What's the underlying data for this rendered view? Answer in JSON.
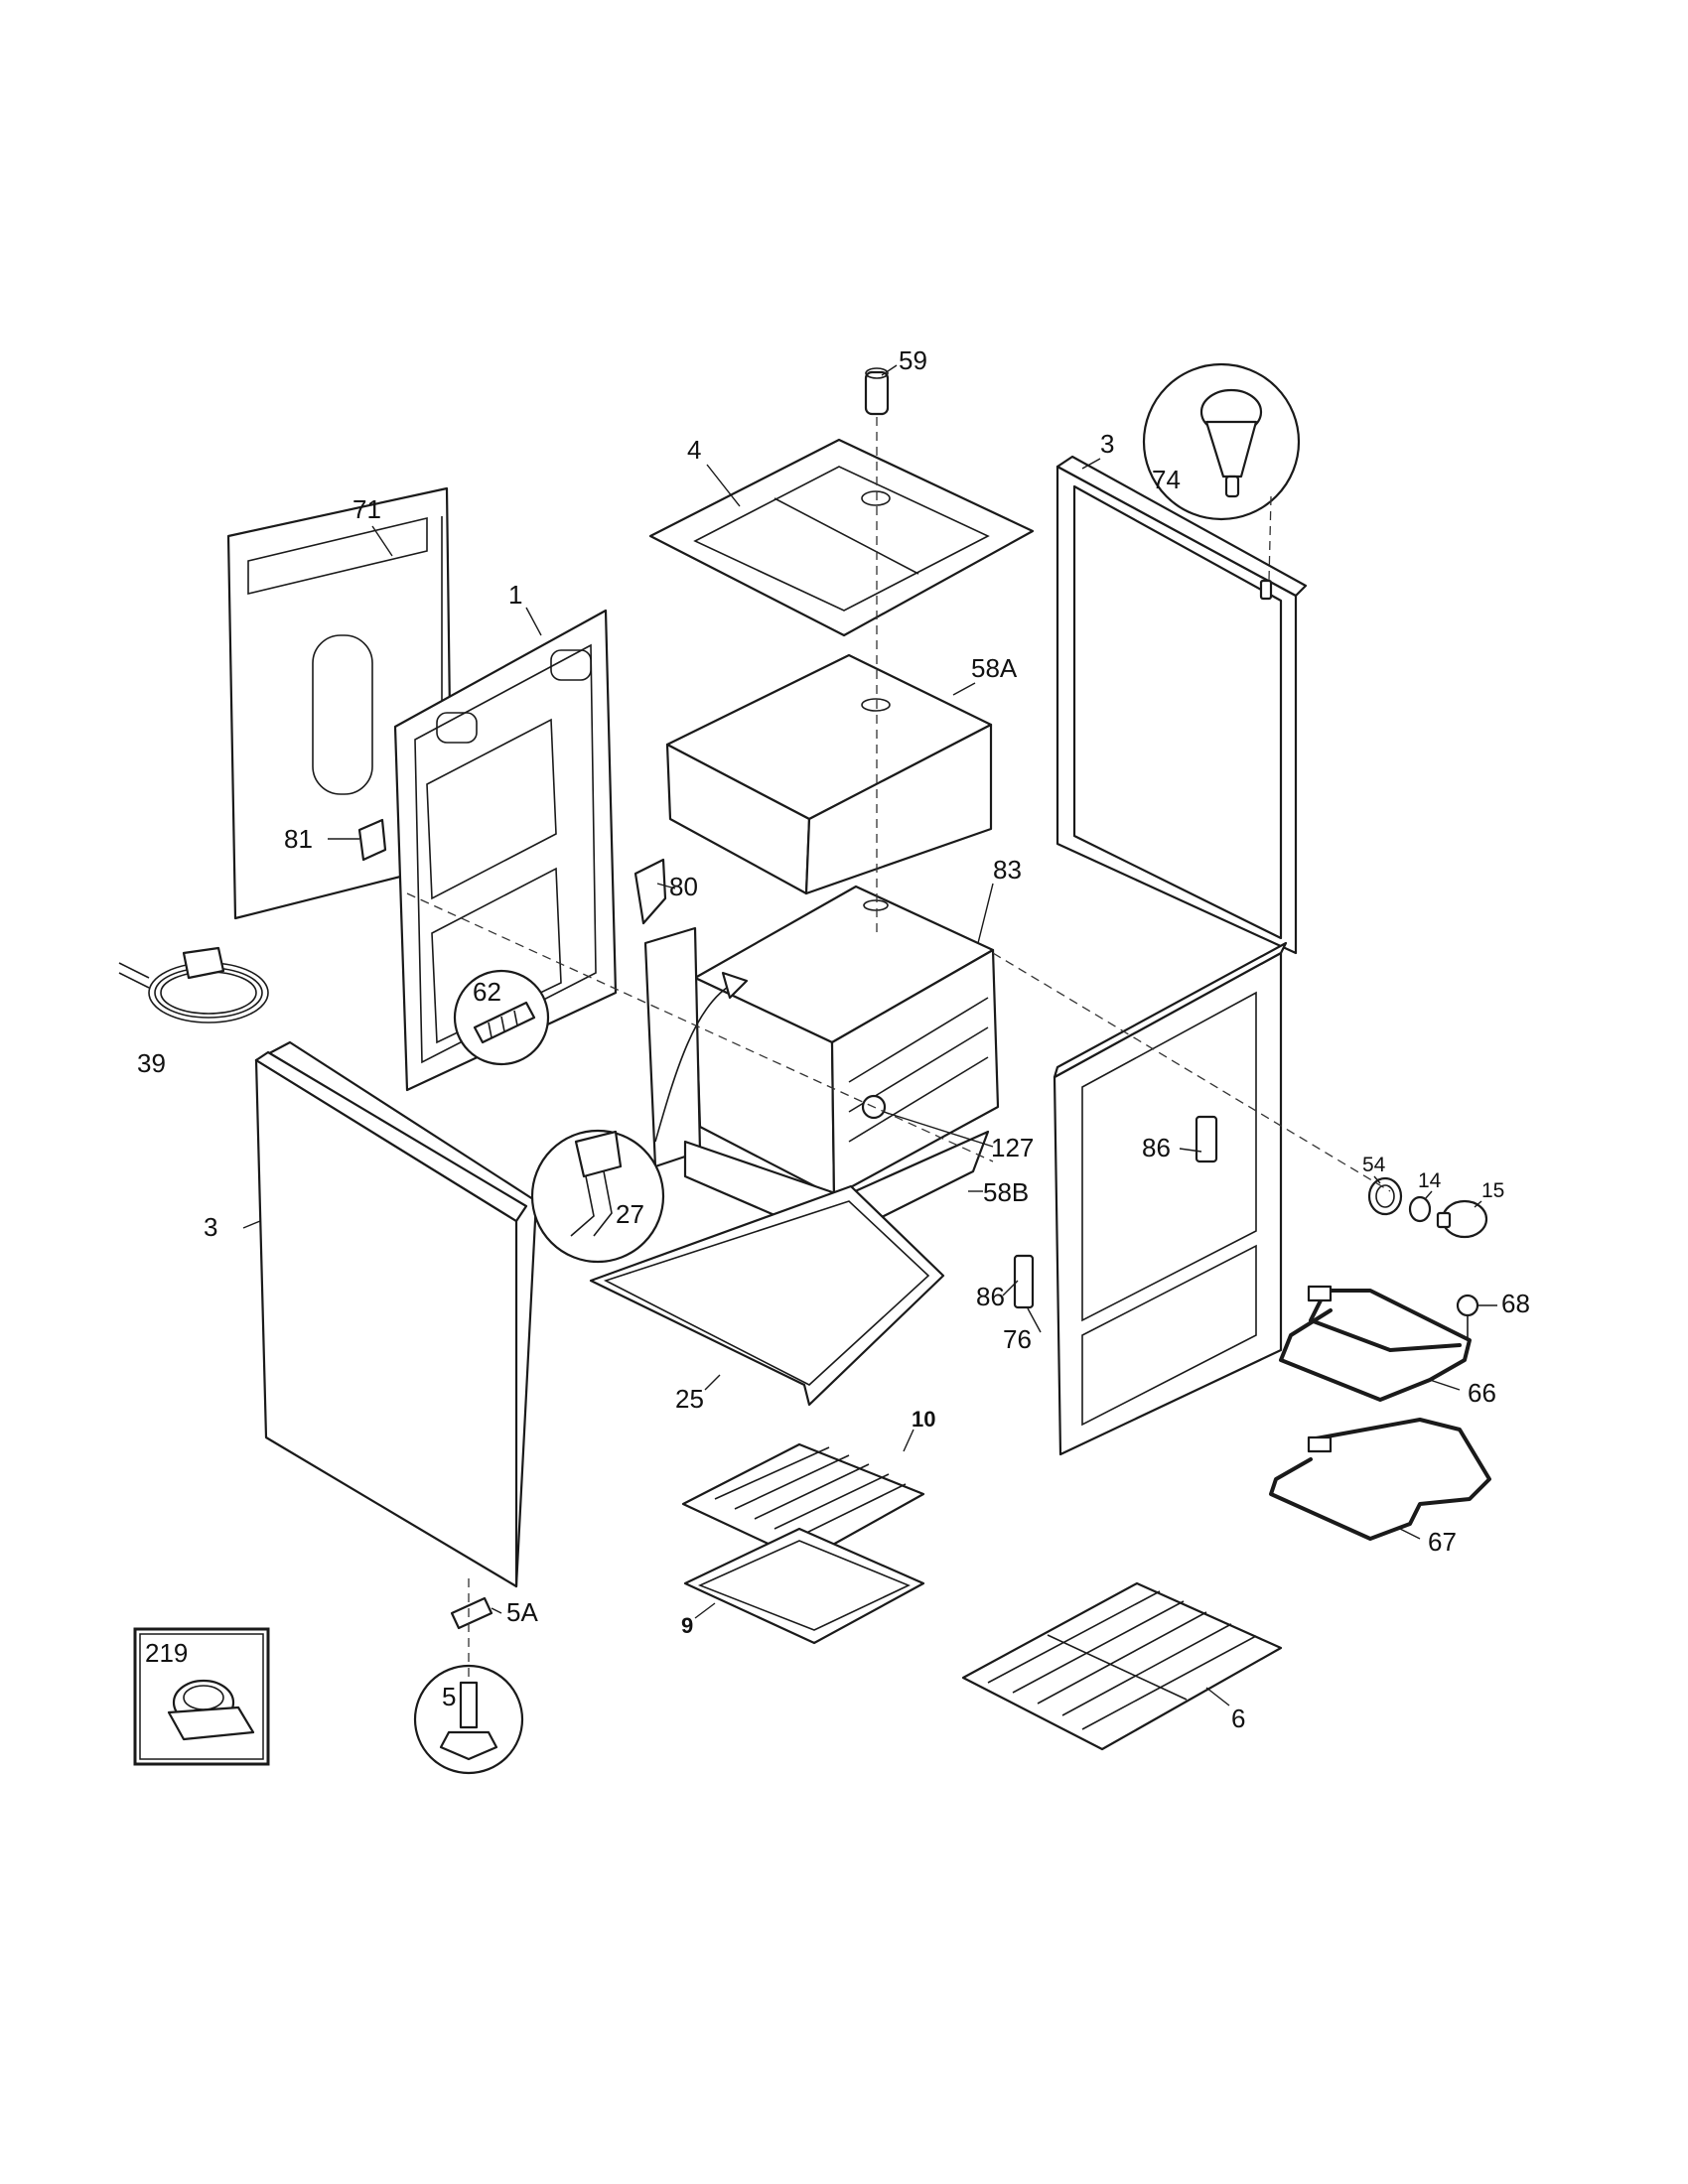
{
  "callouts": {
    "p59": "59",
    "p4": "4",
    "p3_top": "3",
    "p74": "74",
    "p71": "71",
    "p1": "1",
    "p58A": "58A",
    "p81": "81",
    "p80": "80",
    "p83": "83",
    "p39": "39",
    "p62": "62",
    "p127": "127",
    "p86_a": "86",
    "p54": "54",
    "p14": "14",
    "p15": "15",
    "p3_left": "3",
    "p27": "27",
    "p58B": "58B",
    "p86_b": "86",
    "p76": "76",
    "p68": "68",
    "p66": "66",
    "p25": "25",
    "p10": "10",
    "p67": "67",
    "p9": "9",
    "p5A": "5A",
    "p219": "219",
    "p5": "5",
    "p6": "6"
  }
}
